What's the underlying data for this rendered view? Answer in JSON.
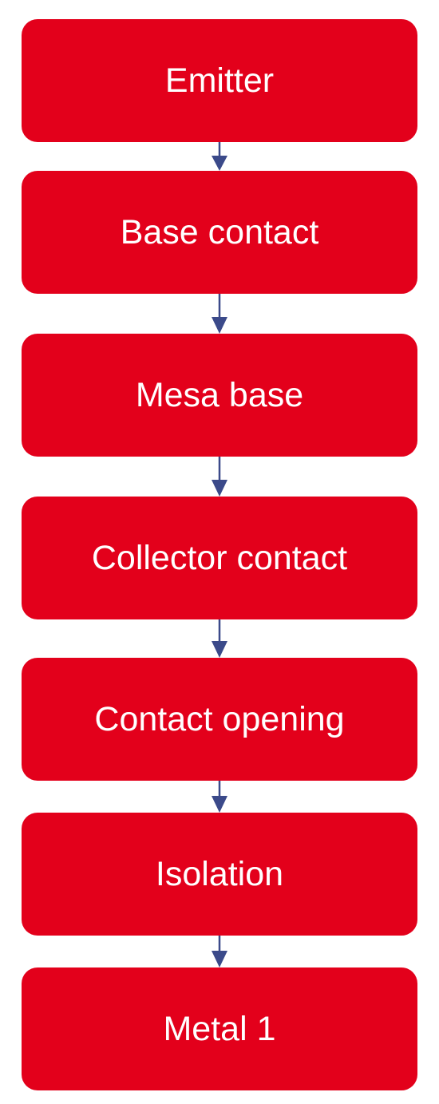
{
  "diagram": {
    "steps": [
      {
        "label": "Emitter"
      },
      {
        "label": "Base contact"
      },
      {
        "label": "Mesa base"
      },
      {
        "label": "Collector contact"
      },
      {
        "label": "Contact opening"
      },
      {
        "label": "Isolation"
      },
      {
        "label": "Metal 1"
      }
    ],
    "colors": {
      "box_fill": "#e3001b",
      "box_text": "#ffffff",
      "arrow": "#3b4a8a"
    }
  }
}
